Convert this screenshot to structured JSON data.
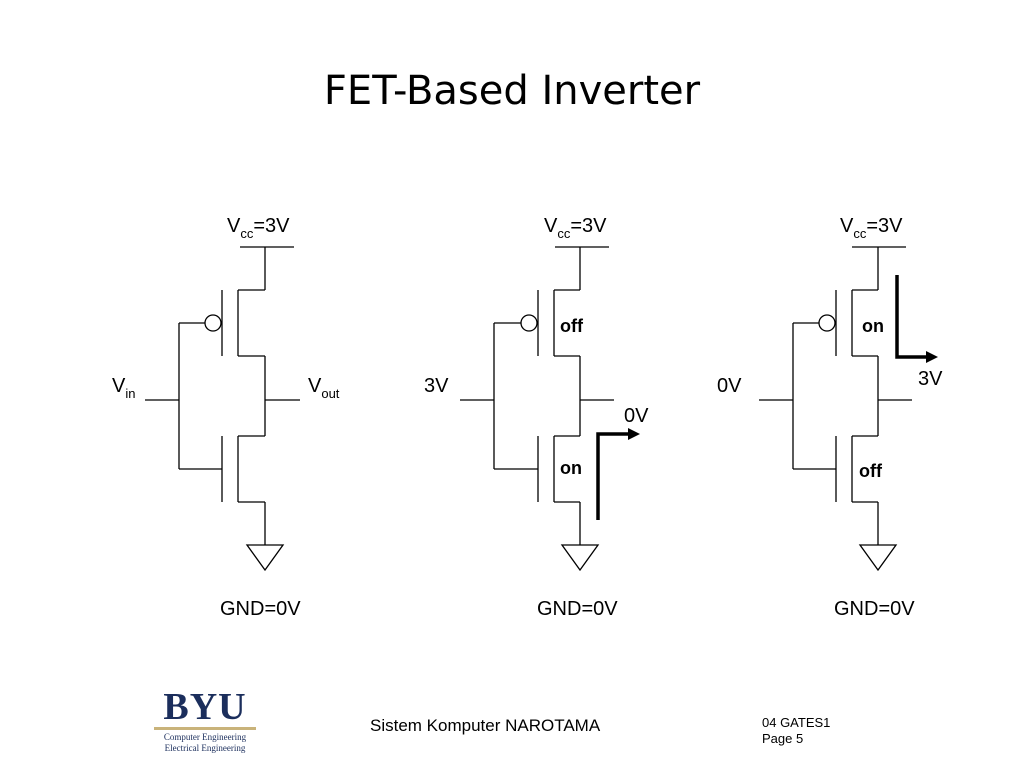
{
  "title": "FET-Based Inverter",
  "circuits": [
    {
      "vcc_main": "V",
      "vcc_sub": "cc",
      "vcc_value": "=3V",
      "gnd": "GND=0V",
      "input_main": "V",
      "input_sub": "in",
      "output_main": "V",
      "output_sub": "out"
    },
    {
      "vcc_main": "V",
      "vcc_sub": "cc",
      "vcc_value": "=3V",
      "gnd": "GND=0V",
      "input_value": "3V",
      "output_value": "0V",
      "top_state": "off",
      "bottom_state": "on"
    },
    {
      "vcc_main": "V",
      "vcc_sub": "cc",
      "vcc_value": "=3V",
      "gnd": "GND=0V",
      "input_value": "0V",
      "output_value": "3V",
      "top_state": "on",
      "bottom_state": "off"
    }
  ],
  "footer": {
    "center": "Sistem Komputer NAROTAMA",
    "code": "04 GATES1",
    "page": "Page 5"
  },
  "logo": {
    "word": "BYU",
    "line1": "Computer Engineering",
    "line2": "Electrical Engineering",
    "color": "#1b2e5c",
    "accent": "#c9b37a"
  }
}
